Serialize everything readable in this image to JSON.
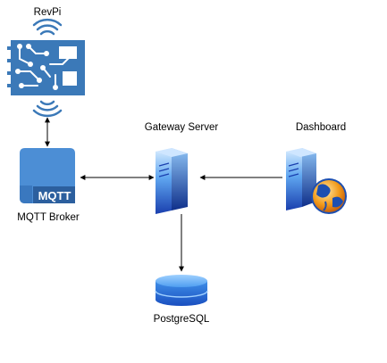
{
  "nodes": {
    "revpi": {
      "label": "RevPi",
      "icon": "iot-device-icon"
    },
    "broker": {
      "label": "MQTT Broker",
      "badge": "MQTT",
      "icon": "mqtt-broker-icon"
    },
    "gateway": {
      "label": "Gateway Server",
      "icon": "server-icon"
    },
    "dashboard": {
      "label": "Dashboard",
      "icon": "web-server-icon"
    },
    "db": {
      "label": "PostgreSQL",
      "icon": "database-icon"
    }
  },
  "edges": [
    {
      "from": "revpi",
      "to": "broker",
      "direction": "both"
    },
    {
      "from": "broker",
      "to": "gateway",
      "direction": "both"
    },
    {
      "from": "dashboard",
      "to": "gateway",
      "direction": "to"
    },
    {
      "from": "gateway",
      "to": "db",
      "direction": "to"
    }
  ],
  "colors": {
    "device_blue": "#3b79b8",
    "broker_blue": "#4c8ed5",
    "server_blue": "#1f6fd4",
    "db_blue": "#2a78e0",
    "globe_orange": "#f29a1a",
    "arrow": "#000000"
  }
}
